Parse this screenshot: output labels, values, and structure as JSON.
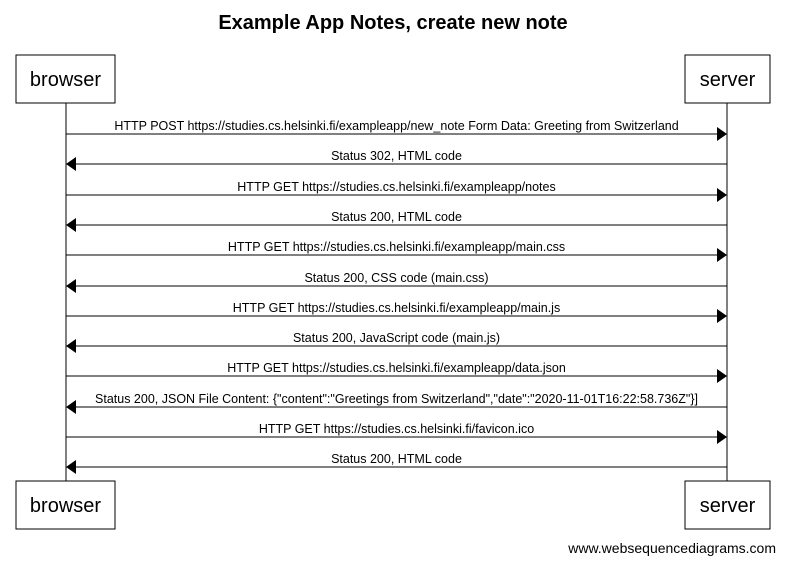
{
  "diagram": {
    "title": "Example App Notes, create new note",
    "participants": [
      {
        "id": "browser",
        "label": "browser"
      },
      {
        "id": "server",
        "label": "server"
      }
    ],
    "messages": [
      {
        "from": "browser",
        "to": "server",
        "text": "HTTP POST https://studies.cs.helsinki.fi/exampleapp/new_note Form Data: Greeting from Switzerland"
      },
      {
        "from": "server",
        "to": "browser",
        "text": "Status 302, HTML code"
      },
      {
        "from": "browser",
        "to": "server",
        "text": "HTTP GET https://studies.cs.helsinki.fi/exampleapp/notes"
      },
      {
        "from": "server",
        "to": "browser",
        "text": "Status 200, HTML code"
      },
      {
        "from": "browser",
        "to": "server",
        "text": "HTTP GET https://studies.cs.helsinki.fi/exampleapp/main.css"
      },
      {
        "from": "server",
        "to": "browser",
        "text": "Status 200, CSS code (main.css)"
      },
      {
        "from": "browser",
        "to": "server",
        "text": "HTTP GET https://studies.cs.helsinki.fi/exampleapp/main.js"
      },
      {
        "from": "server",
        "to": "browser",
        "text": "Status 200, JavaScript code (main.js)"
      },
      {
        "from": "browser",
        "to": "server",
        "text": "HTTP GET https://studies.cs.helsinki.fi/exampleapp/data.json"
      },
      {
        "from": "server",
        "to": "browser",
        "text": "Status 200, JSON File Content: {\"content\":\"Greetings from Switzerland\",\"date\":\"2020-11-01T16:22:58.736Z\"}]"
      },
      {
        "from": "browser",
        "to": "server",
        "text": "HTTP GET https://studies.cs.helsinki.fi/favicon.ico"
      },
      {
        "from": "server",
        "to": "browser",
        "text": "Status 200, HTML code"
      }
    ],
    "footer": "www.websequencediagrams.com"
  }
}
